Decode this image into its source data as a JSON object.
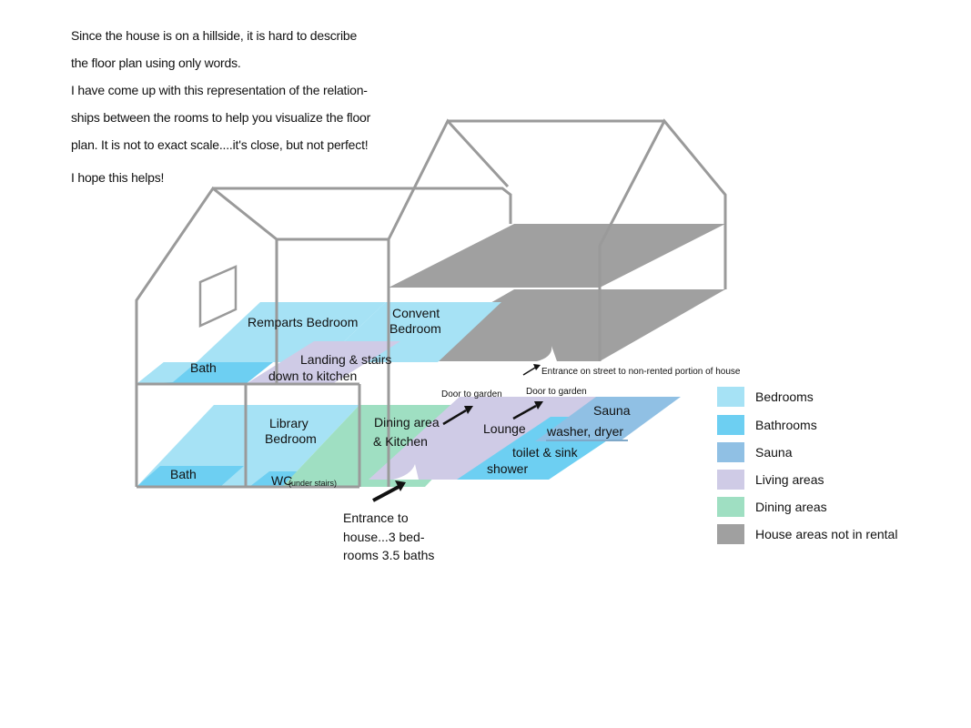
{
  "intro": {
    "line1": "Since the house is on a hillside, it is hard to describe",
    "line2": "the floor plan using only words.",
    "line3": "I have come up with this representation of the relation-",
    "line4": "ships between the rooms to help you visualize the floor",
    "line5": "plan. It is not to exact scale....it's close, but not perfect!",
    "line6": "I hope this helps!"
  },
  "rooms": {
    "remparts": "Remparts Bedroom",
    "convent_1": "Convent",
    "convent_2": "Bedroom",
    "landing_1": "Landing & stairs",
    "landing_2": "down to kitchen",
    "bath_upper": "Bath",
    "library_1": "Library",
    "library_2": "Bedroom",
    "bath_lower": "Bath",
    "wc": "WC",
    "wc_note": "(under stairs)",
    "dining_1": "Dining area",
    "dining_2": "& Kitchen",
    "lounge": "Lounge",
    "sauna": "Sauna",
    "washer": "washer, dryer",
    "toilet": "toilet & sink",
    "shower": "shower"
  },
  "annotations": {
    "door_garden_1": "Door to garden",
    "door_garden_2": "Door to garden",
    "street_entrance": "Entrance on street to non-rented portion of house",
    "entrance_1": "Entrance to",
    "entrance_2": "house...3 bed-",
    "entrance_3": "rooms 3.5 baths"
  },
  "legend": [
    {
      "label": "Bedrooms",
      "color": "#a6e2f5"
    },
    {
      "label": "Bathrooms",
      "color": "#6dcff2"
    },
    {
      "label": "Sauna",
      "color": "#90c0e4"
    },
    {
      "label": "Living areas",
      "color": "#cfcbe6"
    },
    {
      "label": "Dining areas",
      "color": "#9fdfc2"
    },
    {
      "label": "House areas not in rental",
      "color": "#a0a0a0"
    }
  ],
  "colors": {
    "outline": "#9a9a9a",
    "bedroom": "#a6e2f5",
    "bathroom": "#6dcff2",
    "sauna": "#90c0e4",
    "living": "#cfcbe6",
    "dining": "#9fdfc2",
    "not_rental": "#a0a0a0"
  }
}
